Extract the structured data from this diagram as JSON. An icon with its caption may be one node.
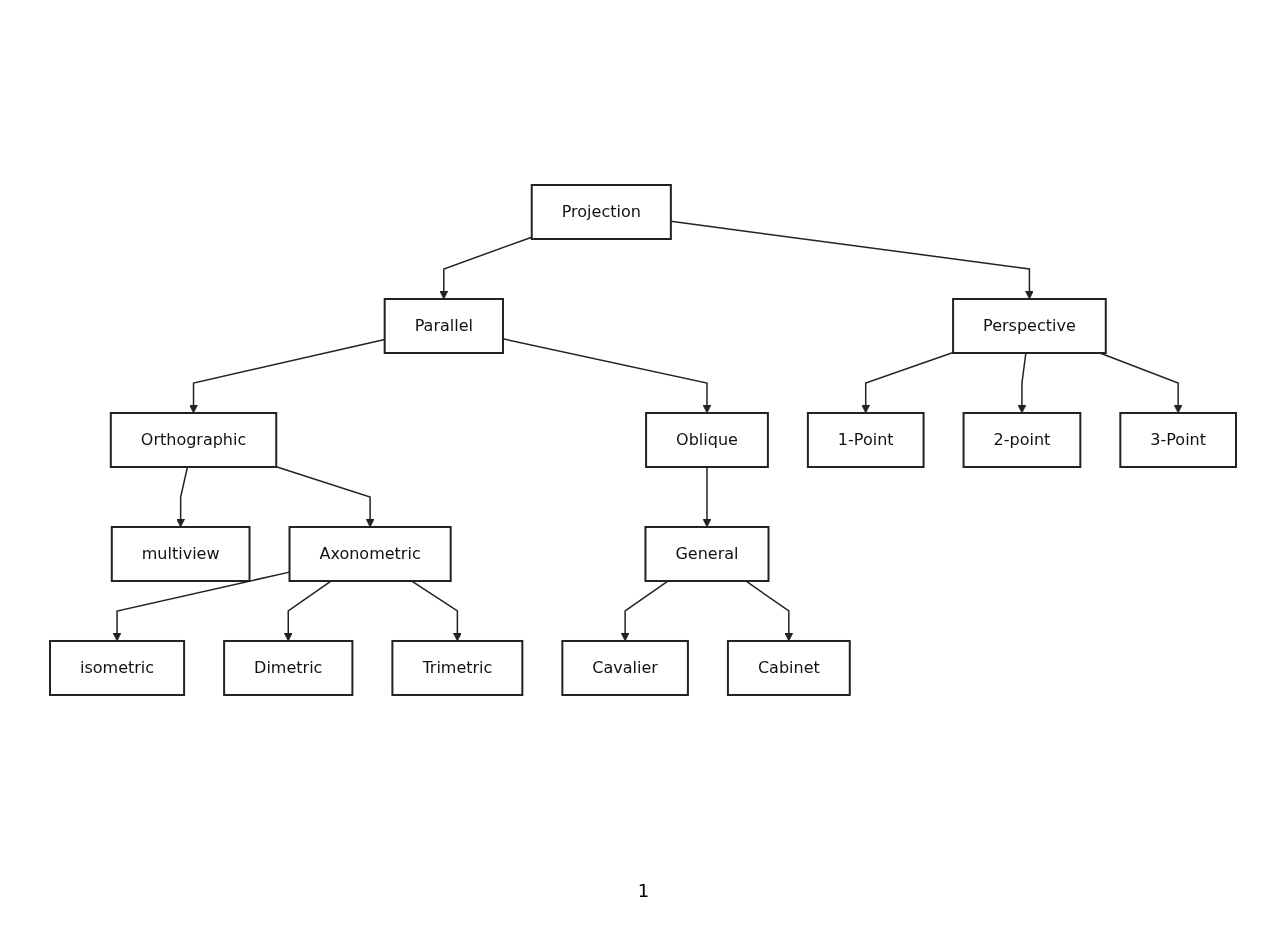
{
  "diagram": {
    "nodes": [
      {
        "text": [
          "Projection"
        ]
      },
      {
        "text": [
          "Parallel"
        ]
      },
      {
        "text": [
          "Perspective"
        ]
      },
      {
        "text": [
          "Orthographic"
        ]
      },
      {
        "text": [
          "Oblique"
        ]
      },
      {
        "text": [
          "1-Point"
        ]
      },
      {
        "text": [
          "2-point"
        ]
      },
      {
        "text": [
          "3-Point"
        ]
      },
      {
        "text": [
          "multiview"
        ]
      },
      {
        "text": [
          "Axonometric"
        ]
      },
      {
        "text": [
          "General"
        ]
      },
      {
        "text": [
          "Cavalier"
        ]
      },
      {
        "text": [
          "Cabinet"
        ]
      },
      {
        "text": [
          "isometric"
        ]
      },
      {
        "text": [
          "Dimetric"
        ]
      },
      {
        "text": [
          "Trimetric"
        ]
      }
    ],
    "edges": [
      {
        "from": 0,
        "to": 1,
        "arrow": "to"
      },
      {
        "from": 0,
        "to": 2,
        "arrow": "to"
      },
      {
        "from": 1,
        "to": 3,
        "arrow": "to"
      },
      {
        "from": 1,
        "to": 4,
        "arrow": "to"
      },
      {
        "from": 2,
        "to": 5,
        "arrow": "to"
      },
      {
        "from": 2,
        "to": 6,
        "arrow": "to"
      },
      {
        "from": 2,
        "to": 7,
        "arrow": "to"
      },
      {
        "from": 3,
        "to": 8,
        "arrow": "to"
      },
      {
        "from": 3,
        "to": 9,
        "arrow": "to"
      },
      {
        "from": 4,
        "to": 10,
        "arrow": "to"
      },
      {
        "from": 10,
        "to": 11,
        "arrow": "to"
      },
      {
        "from": 10,
        "to": 12,
        "arrow": "to"
      },
      {
        "from": 9,
        "to": 13,
        "arrow": "to"
      },
      {
        "from": 9,
        "to": 14,
        "arrow": "to"
      },
      {
        "from": 9,
        "to": 15,
        "arrow": "to"
      }
    ],
    "labels": [
      "1"
    ]
  }
}
